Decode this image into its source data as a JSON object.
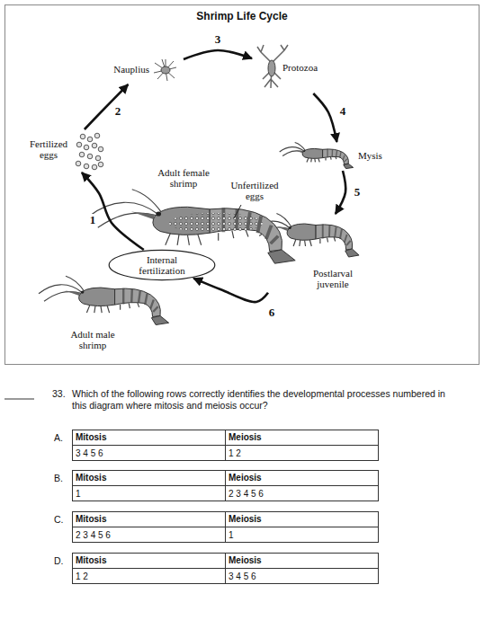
{
  "diagram": {
    "title": "Shrimp Life Cycle",
    "nodes": [
      {
        "text": [
          "Nauplius"
        ]
      },
      {
        "text": [
          "Protozoa"
        ]
      },
      {
        "text": [
          "Fertilized eggs"
        ]
      },
      {
        "text": [
          "Mysis"
        ]
      },
      {
        "text": [
          "Adult female shrimp"
        ]
      },
      {
        "text": [
          "Internal fertilization"
        ]
      },
      {
        "text": [
          "Postlarval juvenile"
        ]
      },
      {
        "text": [
          "Adult male shrimp"
        ]
      }
    ],
    "edges": [
      {
        "from": 5,
        "to": 2,
        "label": "1",
        "arrow": "to"
      },
      {
        "from": 2,
        "to": 0,
        "label": "2",
        "arrow": "to"
      },
      {
        "from": 0,
        "to": 1,
        "label": "3",
        "arrow": "to"
      },
      {
        "from": 1,
        "to": 3,
        "label": "4",
        "arrow": "to"
      },
      {
        "from": 3,
        "to": 6,
        "label": "5",
        "arrow": "to"
      },
      {
        "from": 6,
        "to": 5,
        "label": "6",
        "arrow": "to"
      }
    ],
    "labels": [
      "Unfertilized eggs",
      "33.",
      "Which of the following rows correctly identifies the developmental processes numbered in this diagram where mitosis and meiosis occur?",
      "A.",
      "Mitosis",
      "Meiosis",
      "3 4 5 6",
      "1 2",
      "B.",
      "Mitosis",
      "Meiosis",
      "1",
      "2 3 4 5 6",
      "C.",
      "Mitosis",
      "Meiosis",
      "2 3 4 5 6",
      "1",
      "D.",
      "Mitosis",
      "Meiosis",
      "1 2",
      "3 4 5 6"
    ]
  }
}
